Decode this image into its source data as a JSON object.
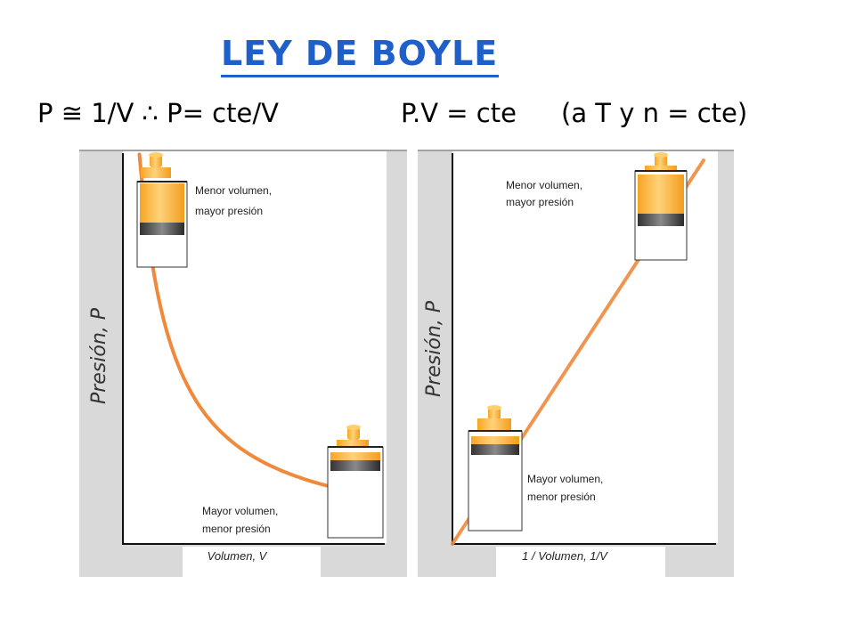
{
  "page": {
    "title": "LEY DE BOYLE",
    "formula_left": "P ≅ 1/V ∴ P= cte/V",
    "formula_right": "P.V = cte",
    "formula_condition": "(a T y n = cte)"
  },
  "colors": {
    "title": "#1f5fc9",
    "curve": "#ef8a3c",
    "panel_bg": "#d9d9d9",
    "plot_bg": "#ffffff"
  },
  "chart_data": [
    {
      "type": "line",
      "title": "",
      "xlabel": "Volumen, V",
      "ylabel": "Presión, P",
      "grid": false,
      "x": [
        0.12,
        0.15,
        0.2,
        0.25,
        0.3,
        0.4,
        0.5,
        0.6,
        0.7,
        0.8,
        0.9,
        1.0
      ],
      "series": [
        {
          "values": [
            8.33,
            6.67,
            5.0,
            4.0,
            3.33,
            2.5,
            2.0,
            1.67,
            1.43,
            1.25,
            1.11,
            1.0
          ]
        }
      ],
      "annotations": [
        {
          "text": [
            "Menor volumen,",
            "mayor presión"
          ],
          "icon": "piston-compressed-icon"
        },
        {
          "text": [
            "Mayor volumen,",
            "menor presión"
          ],
          "icon": "piston-expanded-icon"
        }
      ]
    },
    {
      "type": "line",
      "title": "",
      "xlabel": "1 / Volumen, 1/V",
      "ylabel": "Presión, P",
      "grid": false,
      "x": [
        0,
        1
      ],
      "series": [
        {
          "values": [
            0,
            1
          ]
        }
      ],
      "annotations": [
        {
          "text": [
            "Menor volumen,",
            "mayor presión"
          ],
          "icon": "piston-compressed-icon"
        },
        {
          "text": [
            "Mayor volumen,",
            "menor presión"
          ],
          "icon": "piston-expanded-icon"
        }
      ]
    }
  ]
}
